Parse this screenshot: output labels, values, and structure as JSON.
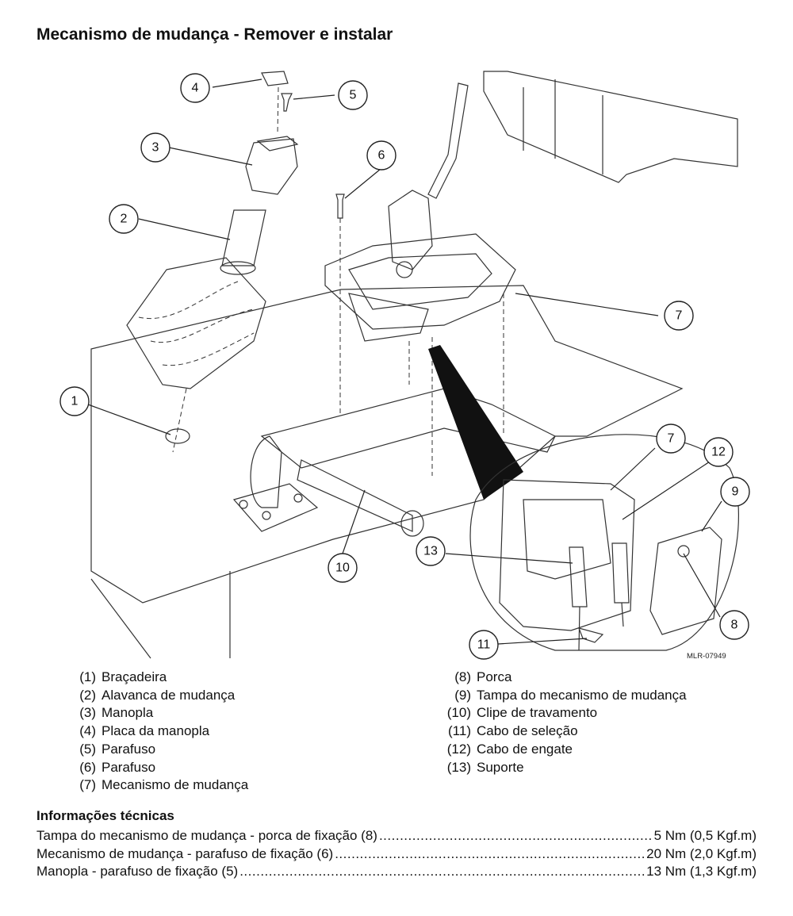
{
  "header": {
    "title": "Mecanismo de mudança - Remover e instalar"
  },
  "figure": {
    "id": "MLR-07949",
    "callouts": [
      "1",
      "2",
      "3",
      "4",
      "5",
      "6",
      "7",
      "7",
      "8",
      "9",
      "10",
      "11",
      "12",
      "13"
    ]
  },
  "legend": {
    "left": [
      {
        "num": "(1)",
        "label": "Braçadeira"
      },
      {
        "num": "(2)",
        "label": "Alavanca de mudança"
      },
      {
        "num": "(3)",
        "label": "Manopla"
      },
      {
        "num": "(4)",
        "label": "Placa da manopla"
      },
      {
        "num": "(5)",
        "label": "Parafuso"
      },
      {
        "num": "(6)",
        "label": "Parafuso"
      },
      {
        "num": "(7)",
        "label": "Mecanismo de mudança"
      }
    ],
    "right": [
      {
        "num": "(8)",
        "label": "Porca"
      },
      {
        "num": "(9)",
        "label": "Tampa do mecanismo de mudança"
      },
      {
        "num": "(10)",
        "label": "Clipe de travamento"
      },
      {
        "num": "(11)",
        "label": "Cabo de seleção"
      },
      {
        "num": "(12)",
        "label": "Cabo de engate"
      },
      {
        "num": "(13)",
        "label": "Suporte"
      }
    ]
  },
  "technical": {
    "title": "Informações técnicas",
    "rows": [
      {
        "label": "Tampa do mecanismo de mudança - porca de fixação (8)",
        "value": "5 Nm (0,5 Kgf.m)"
      },
      {
        "label": "Mecanismo de mudança - parafuso de fixação (6)",
        "value": "20 Nm (2,0 Kgf.m)"
      },
      {
        "label": "Manopla - parafuso de fixação (5)",
        "value": "13 Nm (1,3 Kgf.m)"
      }
    ]
  }
}
